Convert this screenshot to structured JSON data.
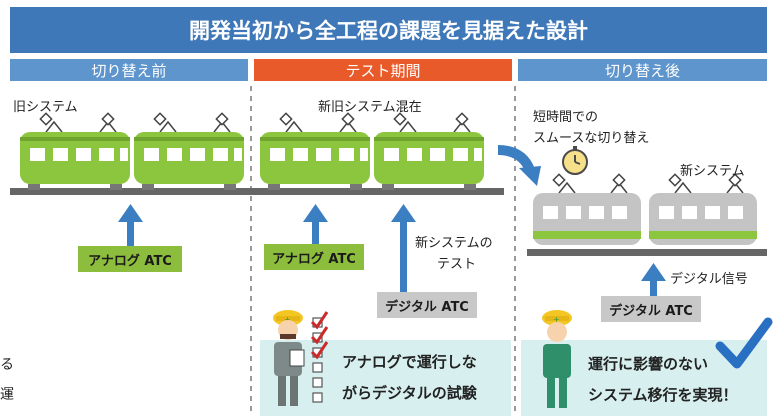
{
  "title": "開発当初から全工程の課題を見据えた設計",
  "phases": [
    "切り替え前",
    "テスト期間",
    "切り替え後"
  ],
  "labels": {
    "old_system": "旧システム",
    "mixed": "新旧システム混在",
    "smooth_1": "短時間での",
    "smooth_2": "スムースな切り替え",
    "new_system": "新システム",
    "new_test_1": "新システムの",
    "new_test_2": "テスト",
    "digital_signal": "デジタル信号"
  },
  "boxes": {
    "analog_1": "アナログ ATC",
    "analog_2": "アナログ ATC",
    "digital_1": "デジタル ATC",
    "digital_2": "デジタル ATC"
  },
  "callouts": {
    "test_line1": "アナログで運行しな",
    "test_line2": "がらデジタルの試験",
    "done_line1": "運行に影響のない",
    "done_line2": "システム移行を実現！"
  },
  "edge_text": [
    "る",
    "運"
  ],
  "colors": {
    "title_bg": "#3f78b8",
    "phase_blue": "#5e95cc",
    "phase_orange": "#e95a2a",
    "green_train": "#8cc63f",
    "grey_train": "#c4c4c4",
    "arrow_blue": "#3b7ec1",
    "callout_bg": "#d7efee",
    "check_red": "#cc2a2a",
    "check_blue": "#2a70c2"
  }
}
